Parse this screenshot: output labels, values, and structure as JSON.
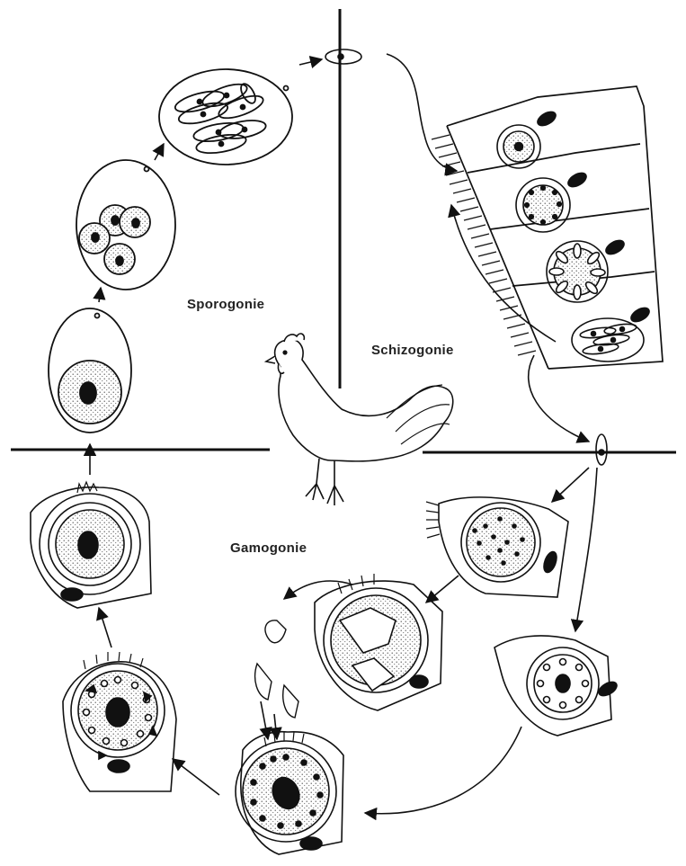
{
  "labels": {
    "sporogony": "Sporogonie",
    "schizogony": "Schizogonie",
    "gamogony": "Gamogonie"
  },
  "colors": {
    "ink": "#111111",
    "dotted_fill": "#cfcfcf",
    "background": "#ffffff"
  }
}
